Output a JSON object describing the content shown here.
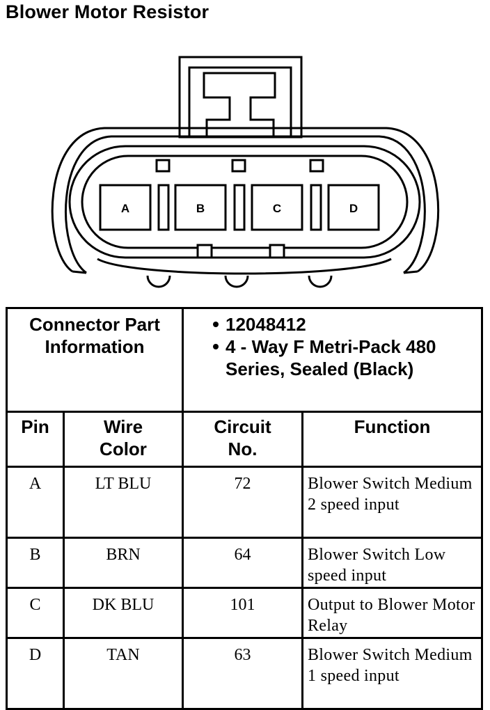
{
  "title": "Blower Motor Resistor",
  "connector": {
    "pin_labels": [
      "A",
      "B",
      "C",
      "D"
    ]
  },
  "part_info": {
    "label_line1": "Connector Part",
    "label_line2": "Information",
    "items": [
      "12048412",
      "4 - Way F Metri-Pack 480 Series, Sealed (Black)"
    ]
  },
  "table": {
    "headers": {
      "pin": "Pin",
      "wire_color_1": "Wire",
      "wire_color_2": "Color",
      "circuit_1": "Circuit",
      "circuit_2": "No.",
      "function": "Function"
    },
    "rows": [
      {
        "pin": "A",
        "wire_color": "LT BLU",
        "circuit": "72",
        "function": "Blower Switch Medium 2 speed input"
      },
      {
        "pin": "B",
        "wire_color": "BRN",
        "circuit": "64",
        "function": "Blower Switch Low speed input"
      },
      {
        "pin": "C",
        "wire_color": "DK BLU",
        "circuit": "101",
        "function": "Output to Blower Motor Relay"
      },
      {
        "pin": "D",
        "wire_color": "TAN",
        "circuit": "63",
        "function": "Blower Switch Medium 1 speed input"
      }
    ]
  }
}
